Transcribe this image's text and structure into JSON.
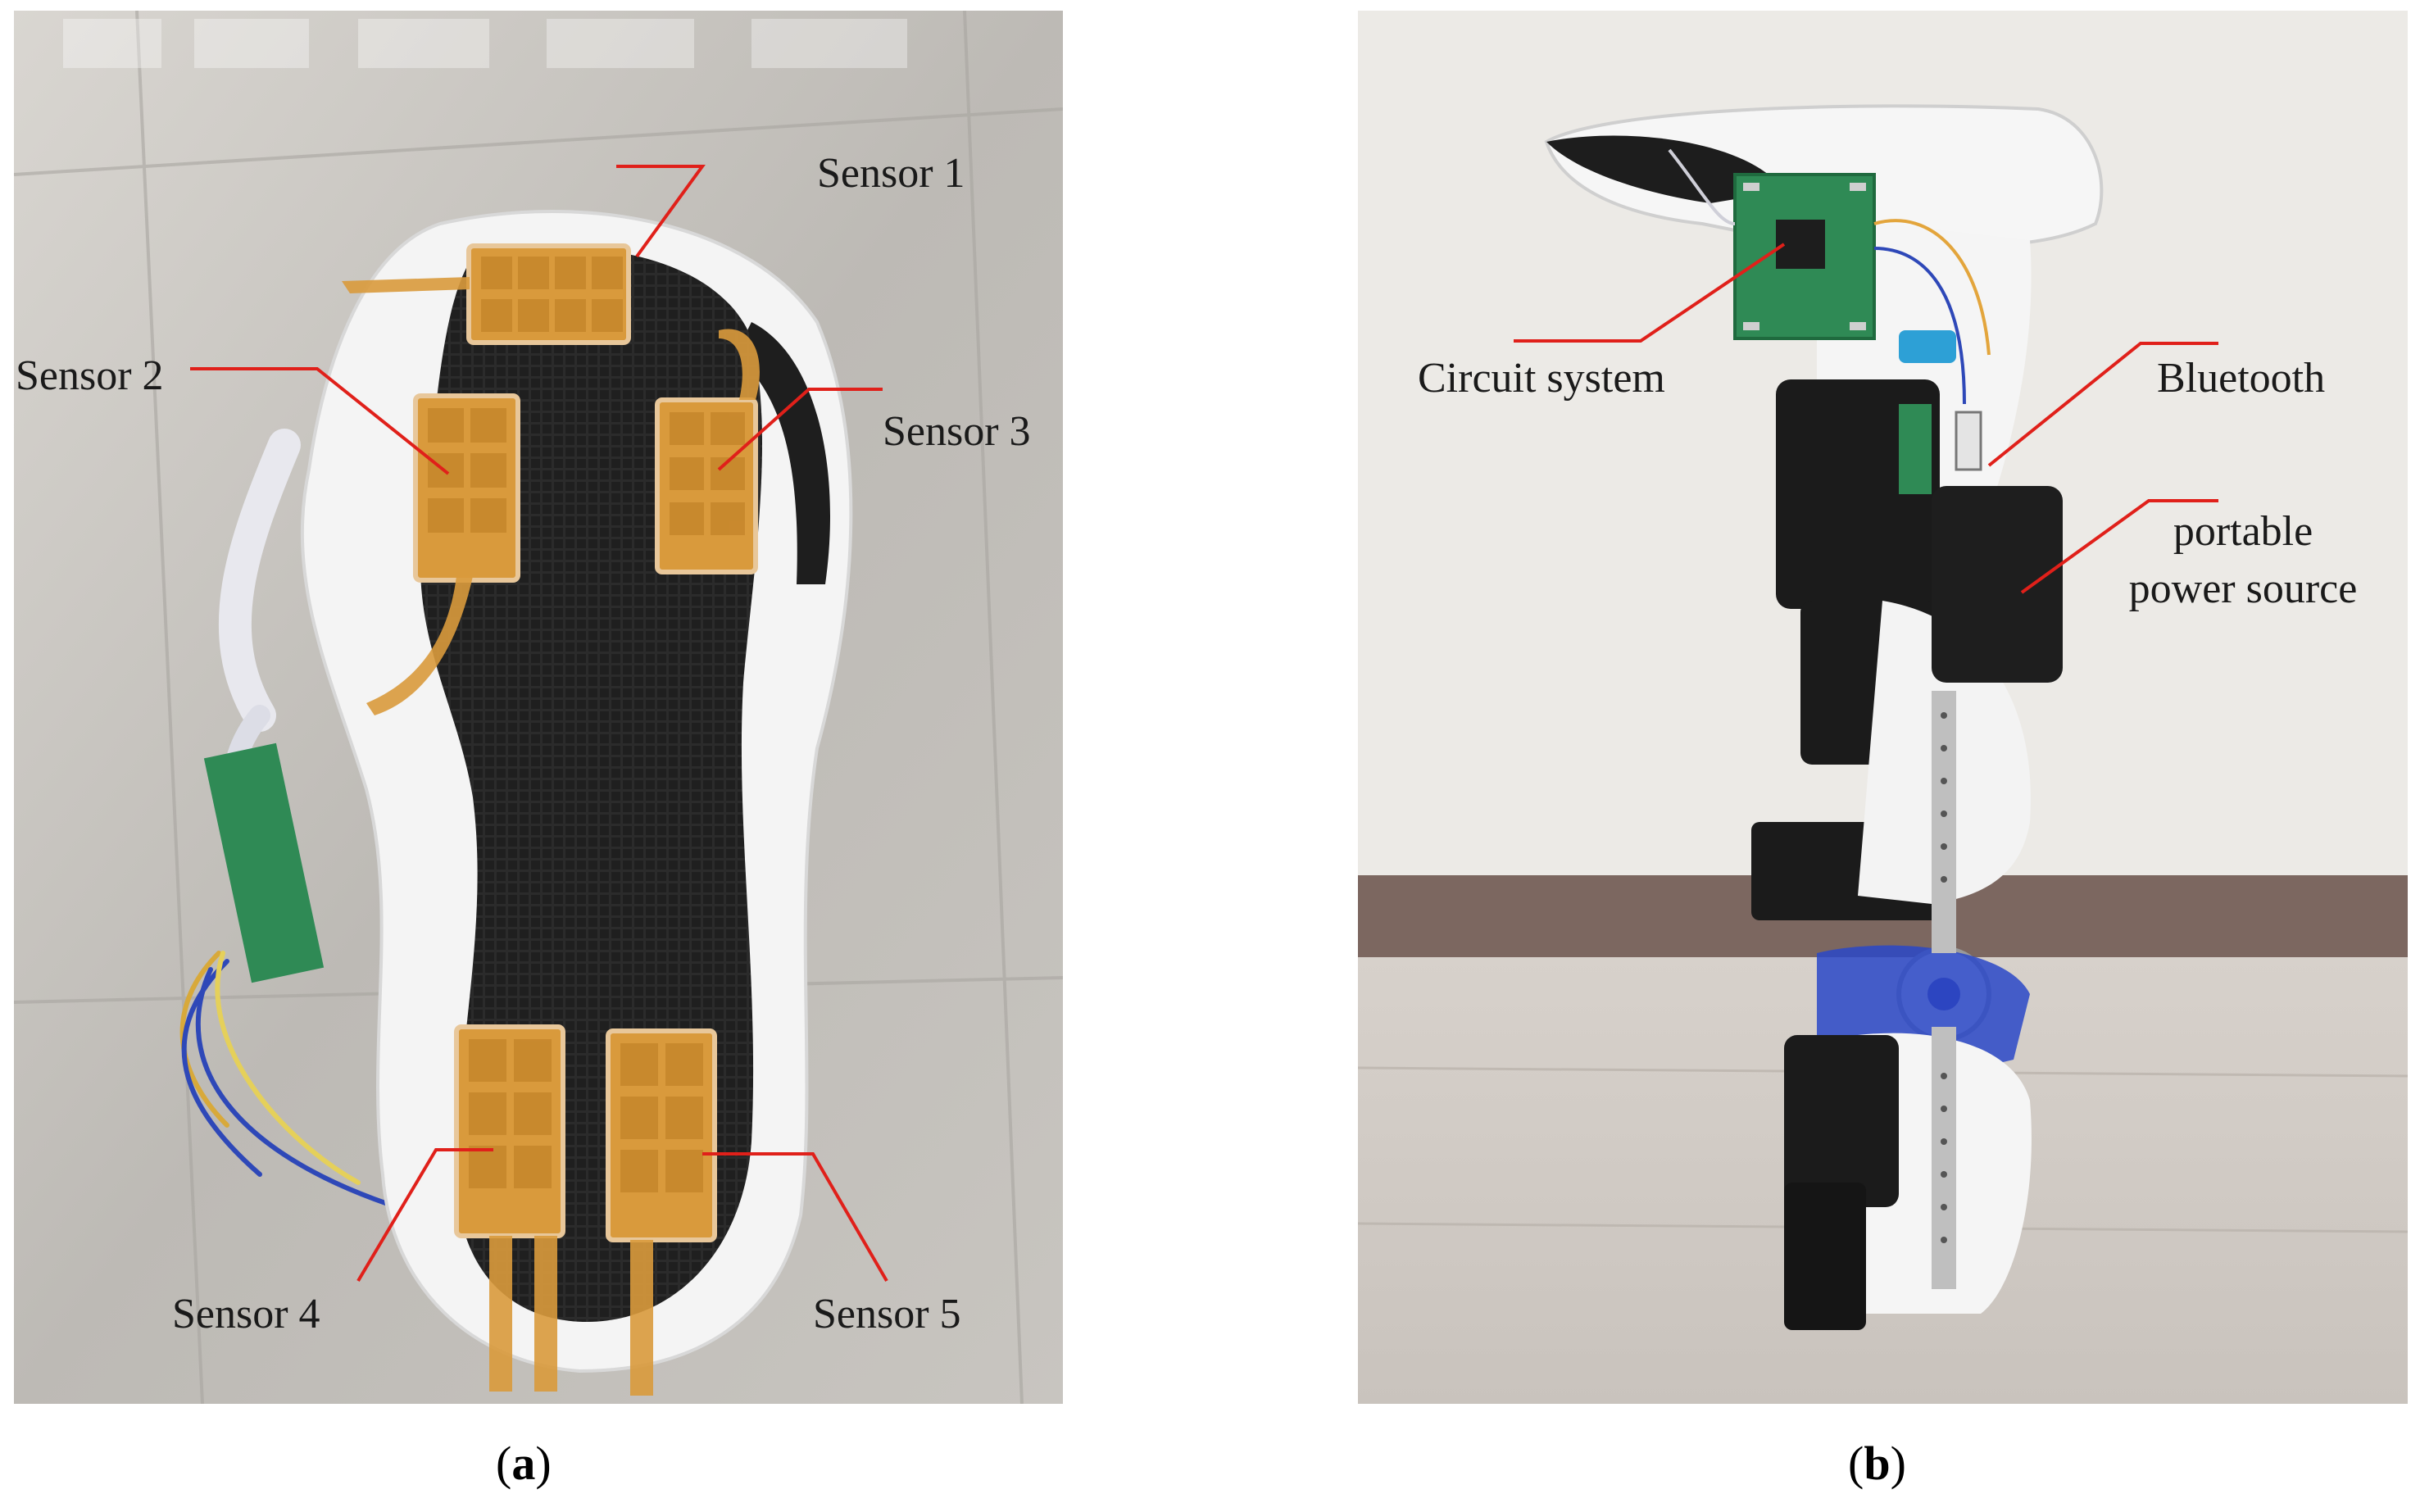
{
  "panel_a": {
    "caption_letter": "a",
    "labels": {
      "sensor1": "Sensor 1",
      "sensor2": "Sensor 2",
      "sensor3": "Sensor 3",
      "sensor4": "Sensor 4",
      "sensor5": "Sensor 5"
    }
  },
  "panel_b": {
    "caption_letter": "b",
    "labels": {
      "circuit": "Circuit system",
      "bluetooth": "Bluetooth",
      "power_line1": "portable",
      "power_line2": "power source"
    }
  },
  "colors": {
    "leader_line": "#e0201a",
    "sensor_pad": "#d99a3c",
    "insole": "#2a2a2a",
    "shell": "#f4f4f4",
    "floor_a": "#b9b6b1",
    "wall_b": "#eceae6",
    "baseboard_b": "#7c6760",
    "pcb": "#2f8a55"
  }
}
